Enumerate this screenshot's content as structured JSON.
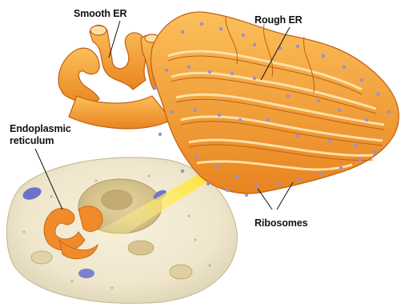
{
  "labels": {
    "smooth_er": "Smooth ER",
    "rough_er": "Rough ER",
    "endoplasmic_reticulum": [
      "Endoplasmic",
      "reticulum"
    ],
    "ribosomes": "Ribosomes"
  },
  "colors": {
    "er_fill": "#f39b2a",
    "er_light": "#fdd79a",
    "er_dark": "#c85f10",
    "ribosome": "#9a8fd6",
    "arrow": "#ffe23a",
    "cell_body": "#f2ead2"
  }
}
